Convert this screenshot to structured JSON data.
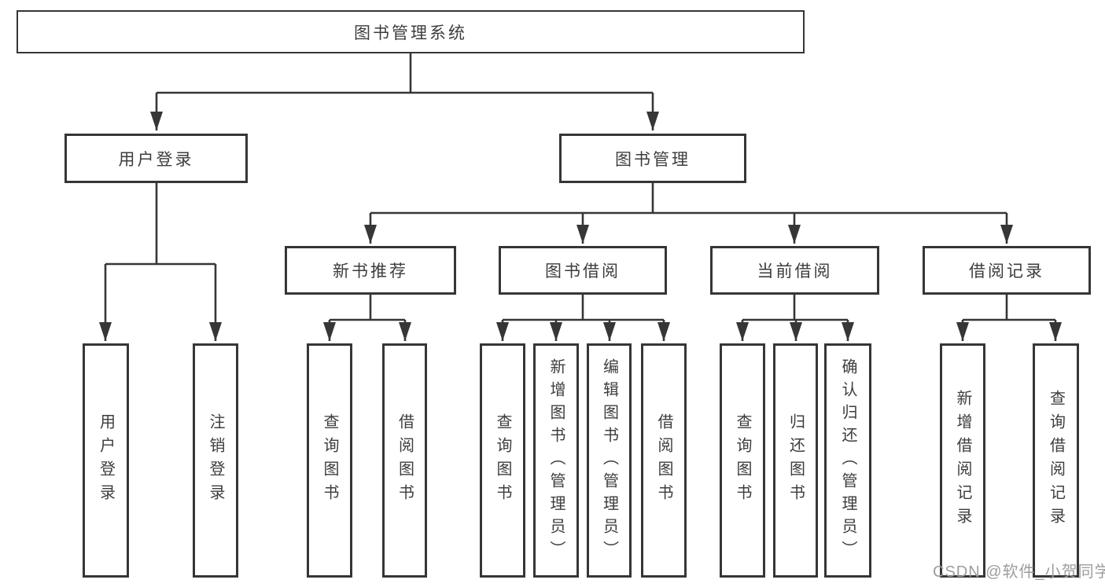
{
  "tree": {
    "root": "图书管理系统",
    "branches": [
      {
        "label": "用户登录",
        "children": [
          "用户登录",
          "注销登录"
        ]
      },
      {
        "label": "图书管理",
        "modules": [
          {
            "label": "新书推荐",
            "children": [
              "查询图书",
              "借阅图书"
            ]
          },
          {
            "label": "图书借阅",
            "children": [
              "查询图书",
              "新增图书（管理员）",
              "编辑图书（管理员）",
              "借阅图书"
            ]
          },
          {
            "label": "当前借阅",
            "children": [
              "查询图书",
              "归还图书",
              "确认归还（管理员）"
            ]
          },
          {
            "label": "借阅记录",
            "children": [
              "新增借阅记录",
              "查询借阅记录"
            ]
          }
        ]
      }
    ]
  },
  "watermark": "CSDN @软件_小贺同学",
  "colors": {
    "line": "#363636",
    "text": "#3d3d3d",
    "watermark": "#9d9d9d"
  }
}
